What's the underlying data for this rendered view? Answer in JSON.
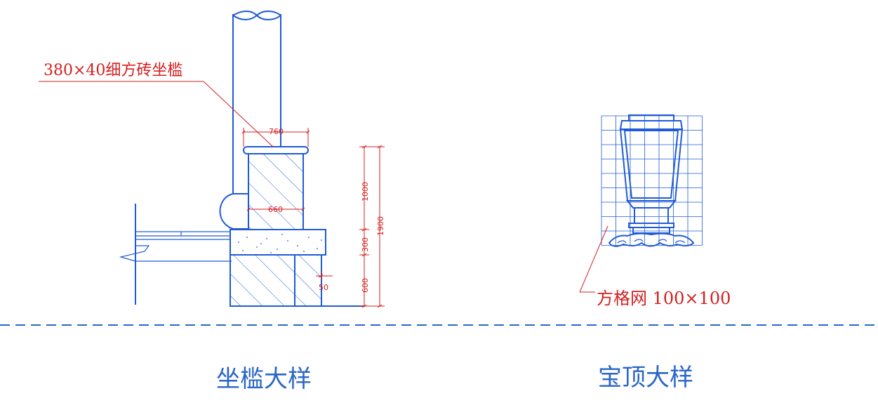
{
  "left_detail": {
    "callout_label": "380×40细方砖坐槛",
    "dims": {
      "top_width": "760",
      "mid_width": "660",
      "upper_height": "1000",
      "mid_height": "300",
      "lower_height": "600",
      "total_height": "1900",
      "offset": "50"
    },
    "caption": "坐槛大样"
  },
  "right_detail": {
    "grid_label": "方格网  100×100",
    "caption": "宝顶大样"
  },
  "colors": {
    "drawing_blue": "#1f5bd6",
    "annotation_red": "#d42020",
    "caption_blue": "#2a66c8",
    "divider_blue": "#2a66c8"
  }
}
